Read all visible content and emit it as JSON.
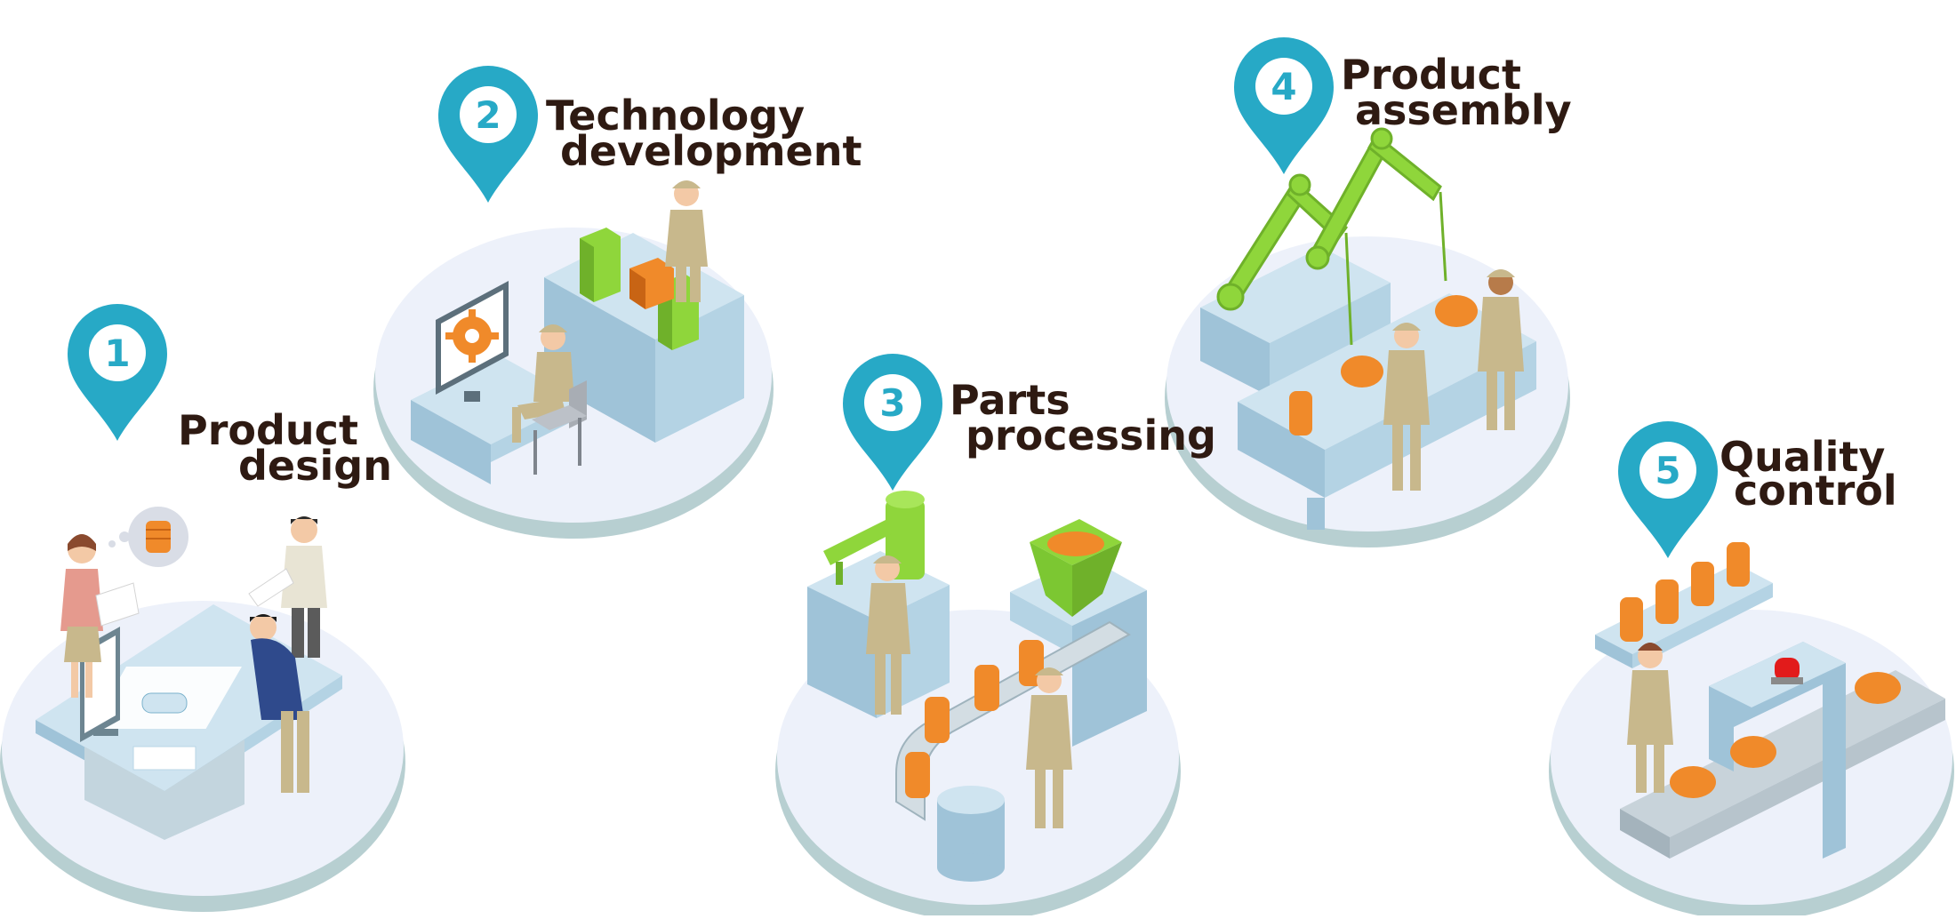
{
  "steps": [
    {
      "number": "1",
      "label_line1": "Product",
      "label_line2": "design"
    },
    {
      "number": "2",
      "label_line1": "Technology",
      "label_line2": "development"
    },
    {
      "number": "3",
      "label_line1": "Parts",
      "label_line2": "processing"
    },
    {
      "number": "4",
      "label_line1": "Product",
      "label_line2": "assembly"
    },
    {
      "number": "5",
      "label_line1": "Quality",
      "label_line2": "control"
    }
  ],
  "colors": {
    "pin": "#27a9c6",
    "platform": "#edf1fa",
    "platform_edge": "#b7cfd1",
    "desk_top": "#cfe4f0",
    "desk_side": "#9fc3d8",
    "machine_green": "#8fd63b",
    "part_orange": "#f08a2a",
    "worker_uniform": "#c8b88c",
    "label_text": "#2e1a12"
  }
}
